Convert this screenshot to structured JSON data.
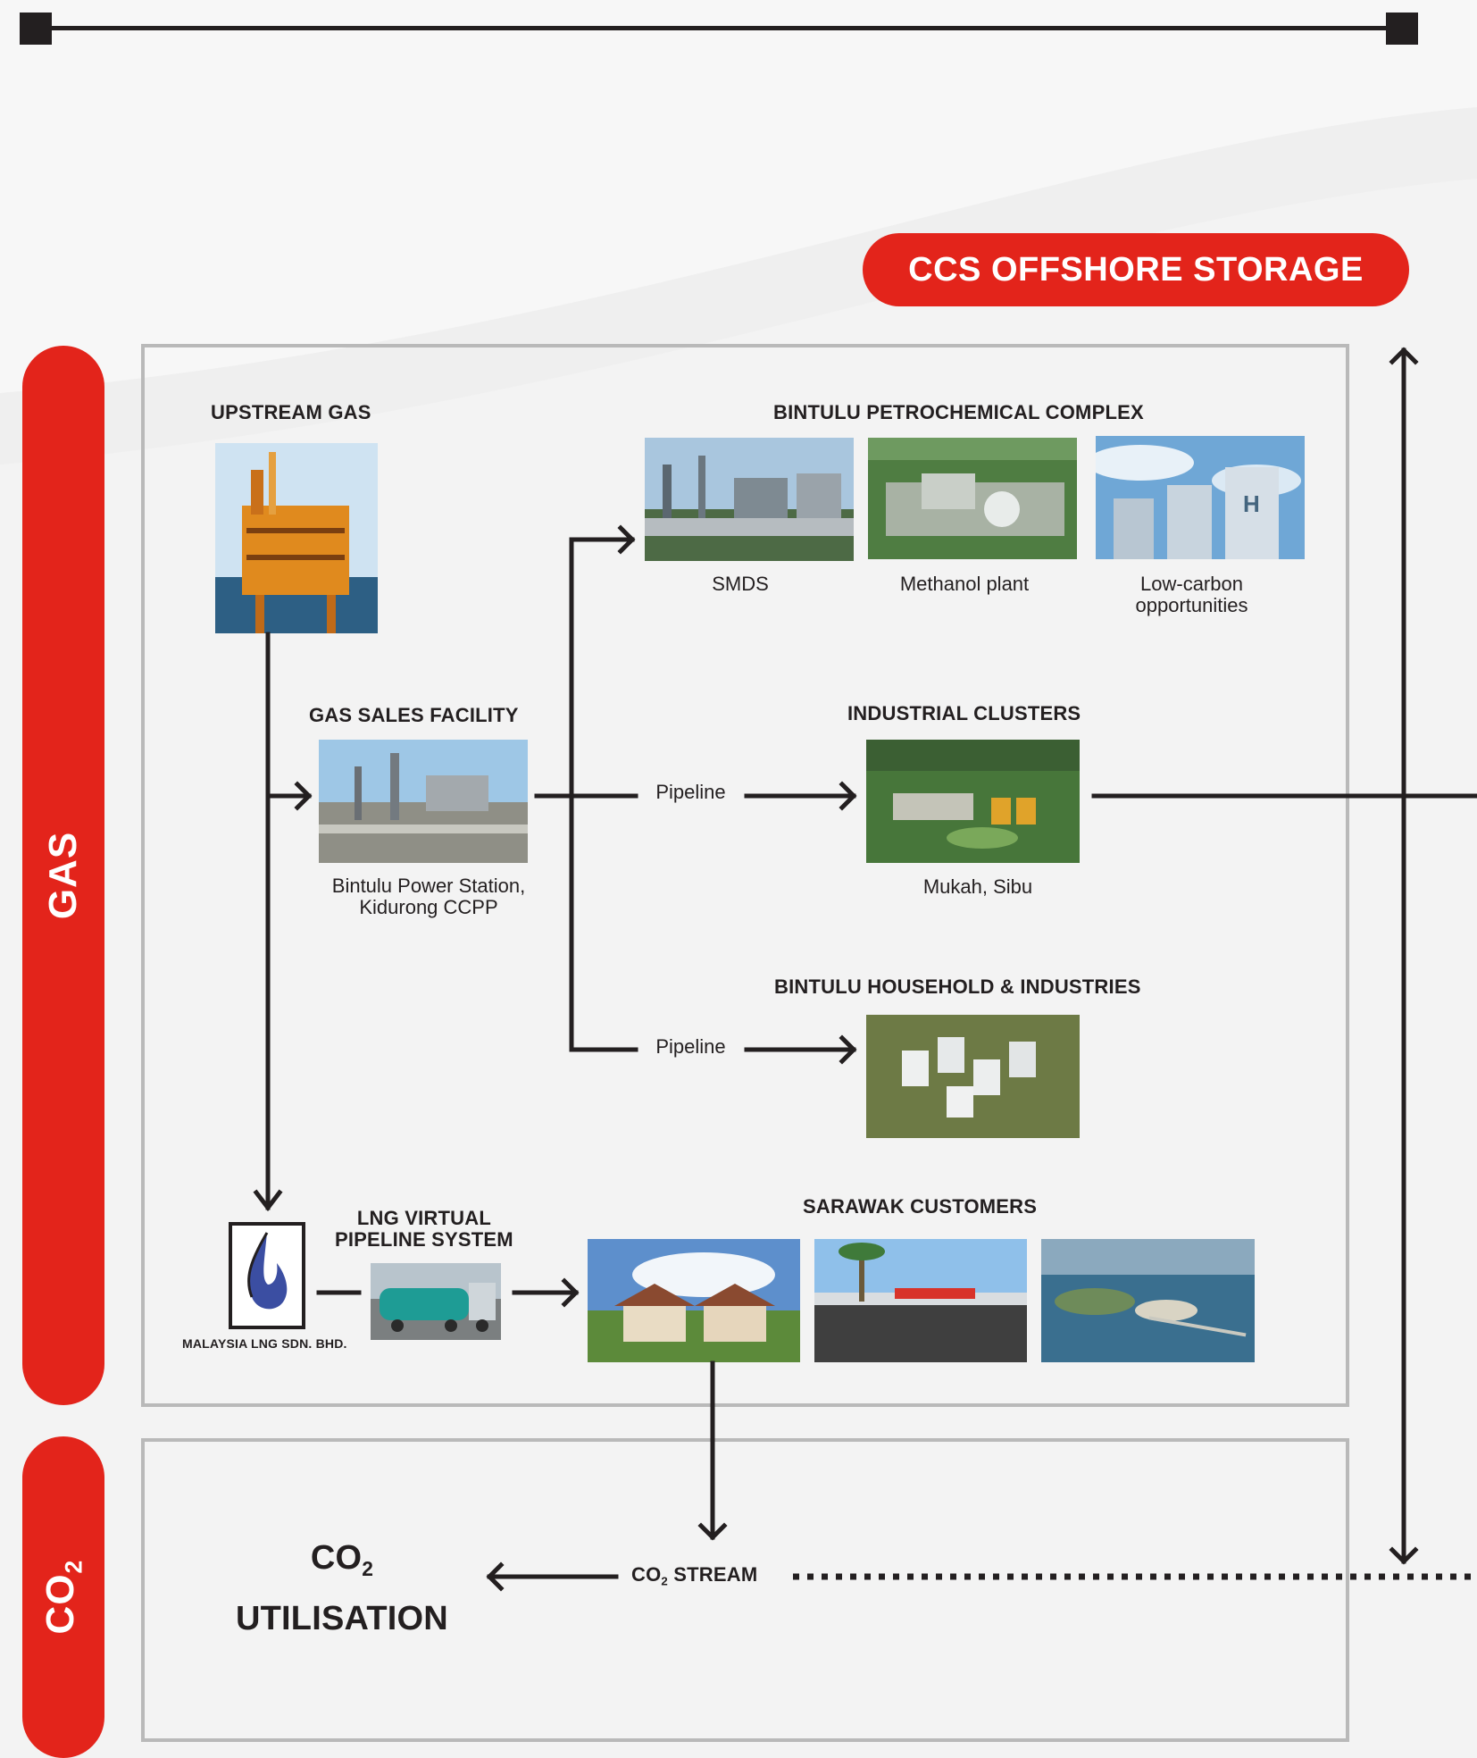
{
  "header": {
    "ccs_label": "CCS OFFSHORE STORAGE"
  },
  "sidebar": {
    "gas_label": "GAS",
    "co2_label": "CO",
    "co2_sub": "2"
  },
  "upstream": {
    "title": "UPSTREAM GAS",
    "image_icon": "offshore-platform-photo"
  },
  "petrochem": {
    "title": "BINTULU PETROCHEMICAL COMPLEX",
    "items": [
      {
        "caption": "SMDS",
        "image_icon": "refinery-photo"
      },
      {
        "caption": "Methanol plant",
        "image_icon": "methanol-plant-photo"
      },
      {
        "caption": "Low-carbon opportunities",
        "image_icon": "hydrogen-tanks-photo"
      }
    ]
  },
  "gas_sales": {
    "title": "GAS SALES FACILITY",
    "caption": "Bintulu Power Station, Kidurong CCPP"
  },
  "industrial": {
    "title": "INDUSTRIAL CLUSTERS",
    "caption": "Mukah, Sibu",
    "pipeline_label": "Pipeline"
  },
  "household": {
    "title": "BINTULU HOUSEHOLD & INDUSTRIES",
    "pipeline_label": "Pipeline"
  },
  "lng": {
    "title_line1": "LNG VIRTUAL",
    "title_line2": "PIPELINE SYSTEM",
    "company": "MALAYSIA LNG SDN. BHD.",
    "logo_icon": "mlng-flame-logo"
  },
  "sarawak": {
    "title": "SARAWAK CUSTOMERS",
    "images": [
      "houses-photo",
      "shop-building-photo",
      "coastal-island-photo"
    ]
  },
  "co2": {
    "stream_prefix": "CO",
    "stream_sub": "2",
    "stream_suffix": " STREAM",
    "utilisation_line1": "CO",
    "utilisation_sub": "2",
    "utilisation_line2": "UTILISATION"
  },
  "colors": {
    "accent_red": "#e3241b",
    "line_dark": "#231f20",
    "frame_grey": "#b9b9b9"
  }
}
